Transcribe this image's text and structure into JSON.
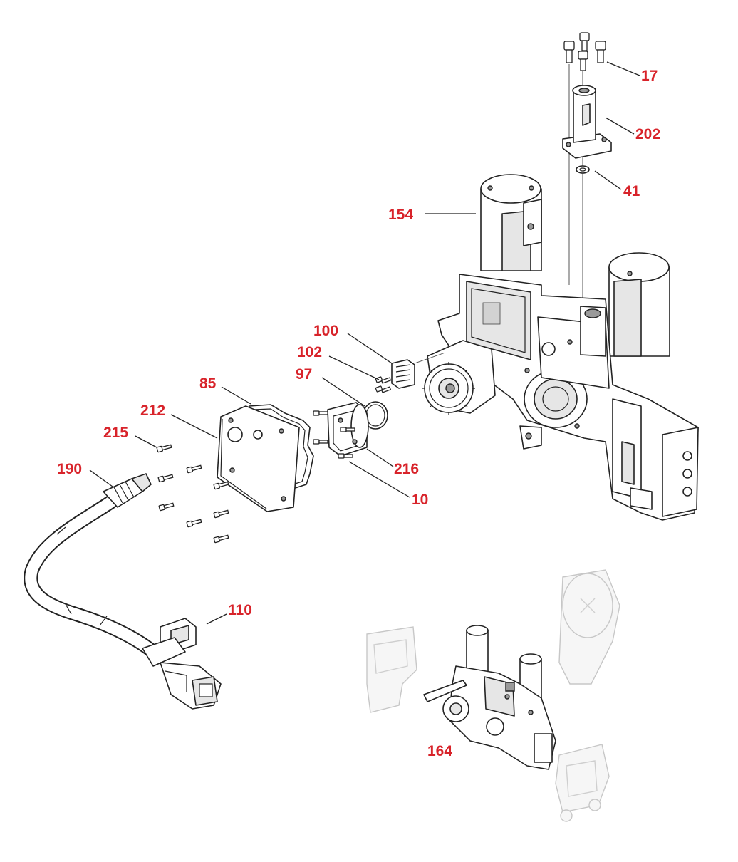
{
  "callouts": {
    "c17": "17",
    "c202": "202",
    "c41": "41",
    "c154": "154",
    "c100": "100",
    "c102": "102",
    "c97": "97",
    "c85": "85",
    "c212": "212",
    "c215": "215",
    "c190": "190",
    "c216": "216",
    "c10": "10",
    "c110": "110",
    "c164": "164"
  },
  "colors": {
    "callout_text": "#d8232a",
    "line_art": "#222222",
    "ghost_art": "#c7c7c7"
  }
}
